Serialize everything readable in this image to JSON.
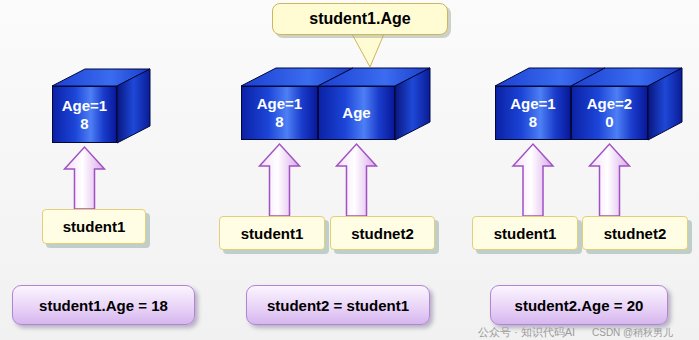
{
  "diagram": {
    "nodes": [
      {
        "text": [
          "Age=18"
        ]
      },
      {
        "text": [
          "student1"
        ]
      },
      {
        "text": [
          "student1.Age = 18"
        ]
      },
      {
        "text": [
          "student1.Age"
        ]
      },
      {
        "text": [
          "Age=18"
        ]
      },
      {
        "text": [
          "Age"
        ]
      },
      {
        "text": [
          "student1"
        ]
      },
      {
        "text": [
          "studnet2"
        ]
      },
      {
        "text": [
          "student2 = student1"
        ]
      },
      {
        "text": [
          "Age=18"
        ]
      },
      {
        "text": [
          "Age=20"
        ]
      },
      {
        "text": [
          "student1"
        ]
      },
      {
        "text": [
          "studnet2"
        ]
      },
      {
        "text": [
          "student2.Age = 20"
        ]
      }
    ],
    "edges": [
      {
        "from": 1,
        "to": 0,
        "arrow": "to"
      },
      {
        "from": 6,
        "to": 4,
        "arrow": "to"
      },
      {
        "from": 7,
        "to": 5,
        "arrow": "to"
      },
      {
        "from": 11,
        "to": 9,
        "arrow": "to"
      },
      {
        "from": 12,
        "to": 10,
        "arrow": "to"
      }
    ],
    "labels": [
      "公众号 · 知识代码AI",
      "CSDN @稍秋男儿"
    ]
  }
}
